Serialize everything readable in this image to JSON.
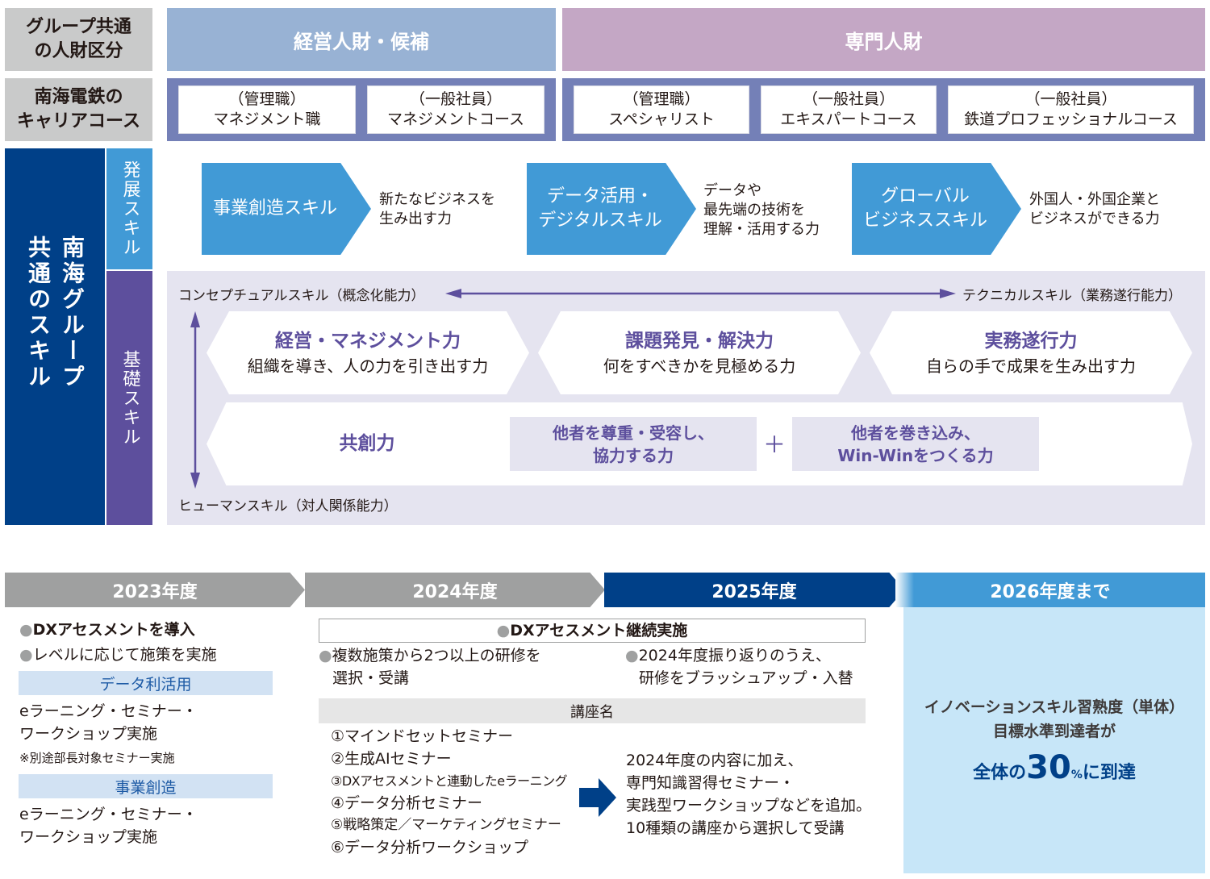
{
  "row_labels": {
    "category": [
      "グループ共通",
      "の人財区分"
    ],
    "career": [
      "南海電鉄の",
      "キャリアコース"
    ]
  },
  "categories": {
    "management": "経営人財・候補",
    "specialist": "専門人財"
  },
  "courses": [
    {
      "type": "（管理職）",
      "name": "マネジメント職"
    },
    {
      "type": "（一般社員）",
      "name": "マネジメントコース"
    },
    {
      "type": "（管理職）",
      "name": "スペシャリスト"
    },
    {
      "type": "（一般社員）",
      "name": "エキスパートコース"
    },
    {
      "type": "（一般社員）",
      "name": "鉄道プロフェッショナルコース"
    }
  ],
  "left_labels": {
    "main_col1": "南海グループ",
    "main_col2": "共通のスキル",
    "development": "発展スキル",
    "basic": "基礎スキル"
  },
  "development_skills": [
    {
      "title": [
        "事業創造スキル"
      ],
      "desc": [
        "新たなビジネスを",
        "生み出す力"
      ]
    },
    {
      "title": [
        "データ活用・",
        "デジタルスキル"
      ],
      "desc": [
        "データや",
        "最先端の技術を",
        "理解・活用する力"
      ]
    },
    {
      "title": [
        "グローバル",
        "ビジネススキル"
      ],
      "desc": [
        "外国人・外国企業と",
        "ビジネスができる力"
      ]
    }
  ],
  "axes": {
    "left": "コンセプチュアルスキル（概念化能力）",
    "right": "テクニカルスキル（業務遂行能力）",
    "bottom": "ヒューマンスキル（対人関係能力）"
  },
  "basic_skills": [
    {
      "title": "経営・マネジメント力",
      "desc": "組織を導き、人の力を引き出す力"
    },
    {
      "title": "課題発見・解決力",
      "desc": "何をすべきかを見極める力"
    },
    {
      "title": "実務遂行力",
      "desc": "自らの手で成果を生み出す力"
    }
  ],
  "cocreation": {
    "title": "共創力",
    "box1": [
      "他者を尊重・受容し、",
      "協力する力"
    ],
    "plus": "＋",
    "box2": [
      "他者を巻き込み、",
      "Win-Winをつくる力"
    ]
  },
  "timeline": {
    "years": [
      "2023年度",
      "2024年度",
      "2025年度",
      "2026年度まで"
    ],
    "colors": {
      "past": "#9fa0a0",
      "current": "#004088",
      "goal": "#419ad6"
    }
  },
  "y2023": {
    "bullet1": "DXアセスメントを導入",
    "bullet2": "レベルに応じて施策を実施",
    "section1_title": "データ利活用",
    "section1_lines": [
      "eラーニング・セミナー・",
      "ワークショップ実施"
    ],
    "note": "※別途部長対象セミナー実施",
    "section2_title": "事業創造",
    "section2_lines": [
      "eラーニング・セミナー・",
      "ワークショップ実施"
    ]
  },
  "y2024_2025": {
    "shared": "DXアセスメント継続実施",
    "bullet_2024": [
      "複数施策から2つ以上の研修を",
      "選択・受講"
    ],
    "bullet_2025": [
      "2024年度振り返りのうえ、",
      "研修をブラッシュアップ・入替"
    ],
    "course_header": "講座名",
    "courses": [
      "①マインドセットセミナー",
      "②生成AIセミナー",
      "③DXアセスメントと連動したeラーニング",
      "④データ分析セミナー",
      "⑤戦略策定／マーケティングセミナー",
      "⑥データ分析ワークショップ"
    ],
    "additions": [
      "2024年度の内容に加え、",
      "専門知識習得セミナー・",
      "実践型ワークショップなどを追加。",
      "10種類の講座から選択して受講"
    ]
  },
  "goal": {
    "line1": "イノベーションスキル習熟度（単体）",
    "line2": "目標水準到達者が",
    "prefix": "全体の",
    "value": "30",
    "unit": "%",
    "suffix": "に到達"
  },
  "bullet_glyph": "●"
}
